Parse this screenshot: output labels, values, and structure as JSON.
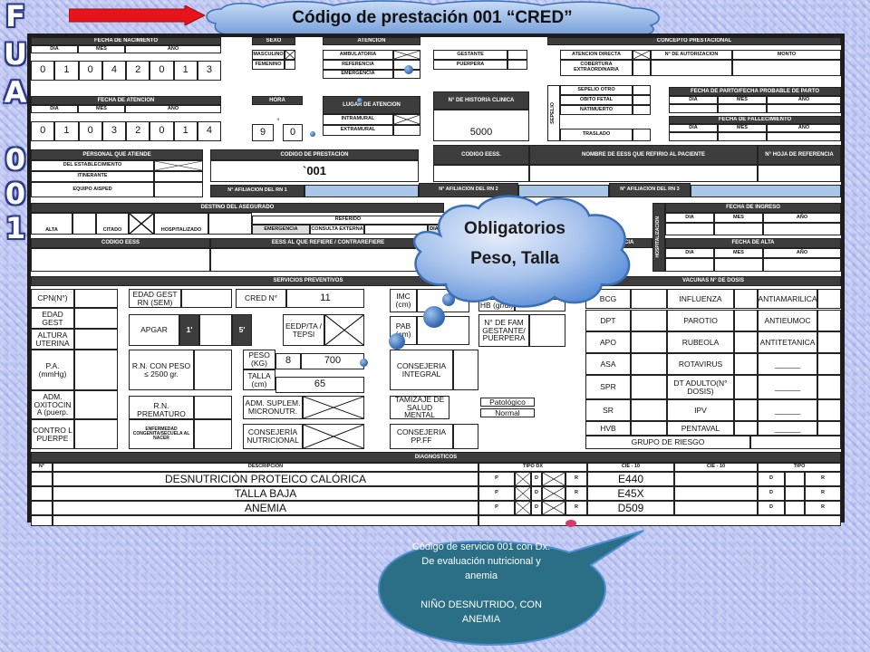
{
  "side_letters": [
    "F",
    "U",
    "A",
    "0",
    "0",
    "1"
  ],
  "title": "Código de prestación 001 “CRED”",
  "cloud_callout": {
    "line1": "Obligatorios",
    "line2": "Peso, Talla"
  },
  "bubble": {
    "line1": "Código de servicio 001 con Dx.",
    "line2": "De evaluación nutricional y",
    "line3": "anemia",
    "line4": "NIÑO DESNUTRIDO,  CON",
    "line5": "ANEMIA"
  },
  "colors": {
    "arrow": "#e8141b",
    "cloud": "#5b8fd8",
    "bubble": "#2a6f86"
  },
  "form": {
    "fecha_nac": {
      "title": "FECHA DE NACIMIENTO",
      "dia": "DIA",
      "mes": "MES",
      "anio": "AÑO",
      "digits": [
        "0",
        "1",
        "0",
        "4",
        "2",
        "0",
        "1",
        "3"
      ]
    },
    "sexo": {
      "title": "SEXO",
      "masculino": "MASCULINO",
      "femenino": "FEMENINO"
    },
    "atencion": {
      "title": "ATENCION",
      "ambulatoria": "AMBULATORIA",
      "referencia": "REFERENCIA",
      "emergencia": "EMERGENCIA",
      "gestante": "GESTANTE",
      "puerpera": "PUERPERA"
    },
    "concepto": {
      "title": "CONCEPTO PRESTACIONAL",
      "atencion_directa": "ATENCION DIRECTA",
      "autorizacion": "N° DE AUTORIZACION",
      "monto": "MONTO",
      "cobertura": "COBERTURA EXTRAORDINARIA",
      "sepelio": "SEPELIO",
      "sepelio_otro": "SEPELIO OTRO",
      "obito": "OBITO FETAL",
      "natimuerto": "NATIMUERTO",
      "traslado": "TRASLADO"
    },
    "fecha_parto": {
      "title": "FECHA DE PARTO/FECHA PROBABLE DE PARTO",
      "dia": "DIA",
      "mes": "MES",
      "anio": "AÑO"
    },
    "fecha_fallec": {
      "title": "FECHA DE FALLECIMIENTO",
      "dia": "DIA",
      "mes": "MES",
      "anio": "AÑO"
    },
    "fecha_atencion": {
      "title": "FECHA DE ATENCION",
      "dia": "DIA",
      "mes": "MES",
      "anio": "AÑO",
      "digits": [
        "0",
        "1",
        "0",
        "3",
        "2",
        "0",
        "1",
        "4"
      ]
    },
    "hora": {
      "title": "HORA",
      "h": "9",
      "sep": "'",
      "m": "0"
    },
    "lugar": {
      "title": "LUGAR DE ATENCION",
      "intramural": "INTRAMURAL",
      "extramural": "EXTRAMURAL"
    },
    "historia": {
      "title": "N° DE HISTORIA CLINICA",
      "value": "5000"
    },
    "personal": {
      "title": "PERSONAL QUE ATIENDE",
      "del_estab": "DEL ESTABLECIMIENTO",
      "itinerante": "ITINERANTE",
      "equipo": "EQUIPO AISPED"
    },
    "codigo_prest": {
      "title": "CODIGO DE PRESTACION",
      "value": "`001"
    },
    "codigo_eess": {
      "title": "CODIGO EESS.",
      "nombre": "NOMBRE DE EESS QUE REFIRIO AL PACIENTE",
      "hoja": "N° HOJA DE REFERENCIA"
    },
    "afiliacion": {
      "rn1": "N° AFILIACION DEL RN 1",
      "rn2": "N° AFILIACION DEL RN 2",
      "rn3": "N° AFILIACION DEL RN 3"
    },
    "destino": {
      "title": "DESTINO DEL ASEGURADO",
      "alta": "ALTA",
      "citado": "CITADO",
      "hospitalizado": "HOSPITALIZADO",
      "referido": "REFERIDO",
      "emergencia": "EMERGENCIA",
      "consulta": "CONSULTA EXTERNA",
      "diag": "DIAG"
    },
    "hosp": {
      "label": "HOSPITALIZACION",
      "ingreso": "FECHA DE INGRESO",
      "alta": "FECHA DE ALTA",
      "dia": "DIA",
      "mes": "MES",
      "anio": "AÑO"
    },
    "eess_ref": {
      "codigo": "CODIGO EESS",
      "refiere": "EESS AL QUE REFIERE / CONTRAREFIERE",
      "ncia": "NCIA"
    },
    "servicios": {
      "title": "SERVICIOS PREVENTIVOS",
      "cpn": "CPN(N°)",
      "edad_gest": "EDAD GEST",
      "altura": "ALTURA UTERINA",
      "pa": "P.A. (mmHg)",
      "oxitocina": "ADM. OXITOCIN A (puerp.",
      "control": "CONTRO L PUERPE",
      "edad_gest_rn": "EDAD GEST RN (SEM)",
      "apgar": "APGAR",
      "apgar1": "1'",
      "apgar5": "5'",
      "rn_peso": "R.N. CON PESO ≤ 2500 gr.",
      "rn_prem": "R.N. PREMATURO",
      "enf": "ENFERMEDAD CONGENITA/SECUELA AL NACER",
      "cred": "CRED N°",
      "cred_val": "11",
      "eedp": "EEDP/TA / TEPSI",
      "peso": "PESO (KG)",
      "peso_a": "8",
      "peso_b": "700",
      "talla": "TALLA (cm)",
      "talla_val": "65",
      "suplem": "ADM. SUPLEM. MICRONUTR.",
      "cons_nutr": "CONSEJERÍA NUTRICIONAL",
      "imc": "IMC (cm)",
      "pab": "PAB (cm)",
      "cons_int": "CONSEJERIA INTEGRAL",
      "salud_mental": "TAMIZAJE DE SALUD MENTAL",
      "patologico": "Patológico",
      "normal": "Normal",
      "cons_ppff": "CONSEJERIA PP.FF",
      "hb": "HB (gr/dl)",
      "nfam": "N° DE FAM GESTANTE/ PUERPERA"
    },
    "vacunas": {
      "title": "VACUNAS N° DE DOSIS",
      "col1": [
        "BCG",
        "DPT",
        "APO",
        "ASA",
        "SPR",
        "SR",
        "HVB"
      ],
      "col2": [
        "INFLUENZA",
        "PAROTIO",
        "RUBEOLA",
        "ROTAVIRUS",
        "DT ADULTO(N° DOSIS)",
        "IPV",
        "PENTAVAL"
      ],
      "col3": [
        "ANTIAMARILICA",
        "ANTIEUMOC",
        "ANTITETANICA",
        "______",
        "______",
        "______",
        "______"
      ],
      "grupo": "GRUPO DE RIESGO"
    },
    "diagnosticos": {
      "title": "DIAGNOSTICOS",
      "n": "N°",
      "descripcion": "DESCRIPCION",
      "tipo_dx": "TIPO DX",
      "cie1": "CIE - 10",
      "cie2": "CIE - 10",
      "tipo": "TIPO",
      "p": "P",
      "d": "D",
      "r": "R",
      "rows": [
        {
          "desc": "DESNUTRICIÒN PROTEICO CALÓRICA",
          "cie": "E440"
        },
        {
          "desc": "TALLA BAJA",
          "cie": "E45X"
        },
        {
          "desc": "ANEMIA",
          "cie": "D509"
        }
      ]
    }
  }
}
